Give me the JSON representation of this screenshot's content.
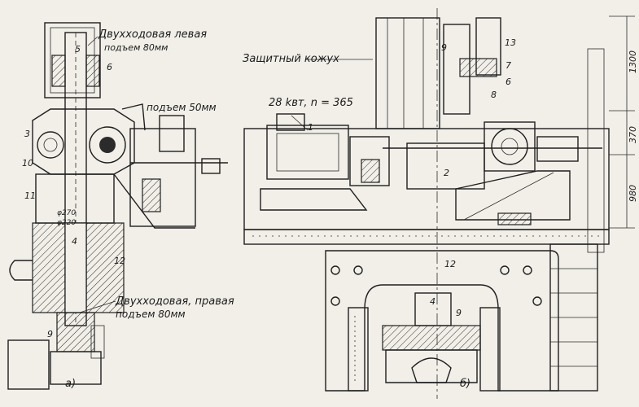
{
  "labels": {
    "left_top_note_l1": "Двухходовая левая",
    "left_top_note_l2": "подъем 80мм",
    "lift_50": "подъем 50мм",
    "left_bottom_note_l1": "Двухходовая, правая",
    "left_bottom_note_l2": "подъем 80мм",
    "guard": "Защитный кожух",
    "motor": "28 kвт, n = 365",
    "dim_top": "1300",
    "dim_mid": "370",
    "dim_bot": "980",
    "fig_a": "а)",
    "fig_b": "б)",
    "d1": "φ270",
    "d2": "φ220"
  },
  "numbers": {
    "n1": "1",
    "n2": "2",
    "n3": "3",
    "n4": "4",
    "n5": "5",
    "n6": "6",
    "n7": "7",
    "n8": "8",
    "n9": "9",
    "n10": "10",
    "n11": "11",
    "n12": "12",
    "n13": "13",
    "n4b": "4",
    "n9b": "9",
    "n12b": "12",
    "n6b": "6",
    "n9c": "9"
  }
}
